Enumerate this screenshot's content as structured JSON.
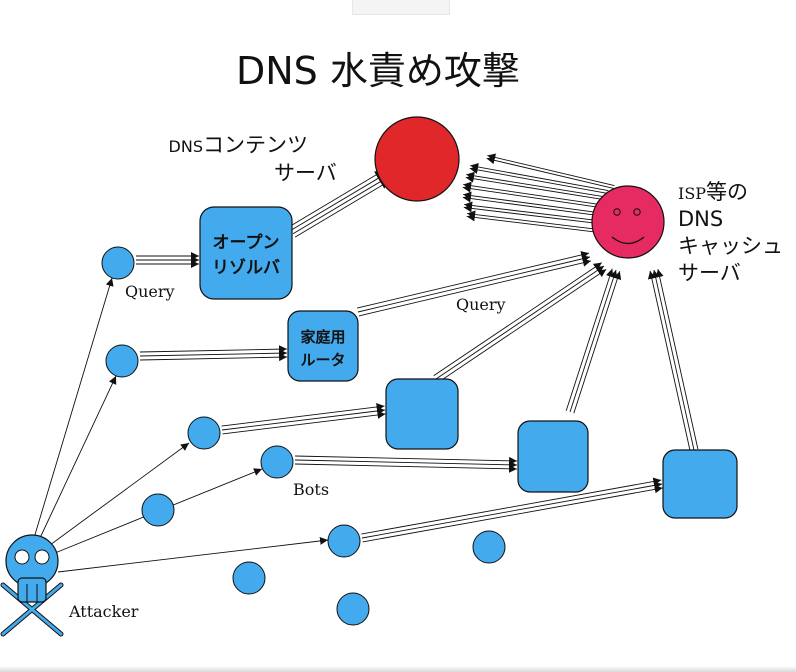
{
  "title": "DNS 水責め攻撃",
  "content_server": {
    "line1": "DNSコンテンツ",
    "line2": "サーバ"
  },
  "isp_cache": {
    "line1": "ISP等の",
    "line2": "DNS",
    "line3": "キャッシュ",
    "line4": "サーバ"
  },
  "open_resolver": {
    "line1": "オープン",
    "line2": "リゾルバ"
  },
  "home_router": {
    "line1": "家庭用",
    "line2": "ルータ"
  },
  "labels": {
    "query_left": "Query",
    "query_mid": "Query",
    "bots": "Bots",
    "attacker": "Attacker"
  },
  "colors": {
    "content_server": "#e0272a",
    "isp_cache": "#e62a62",
    "node": "#44aaee",
    "stroke": "#111111",
    "background": "#ffffff"
  }
}
